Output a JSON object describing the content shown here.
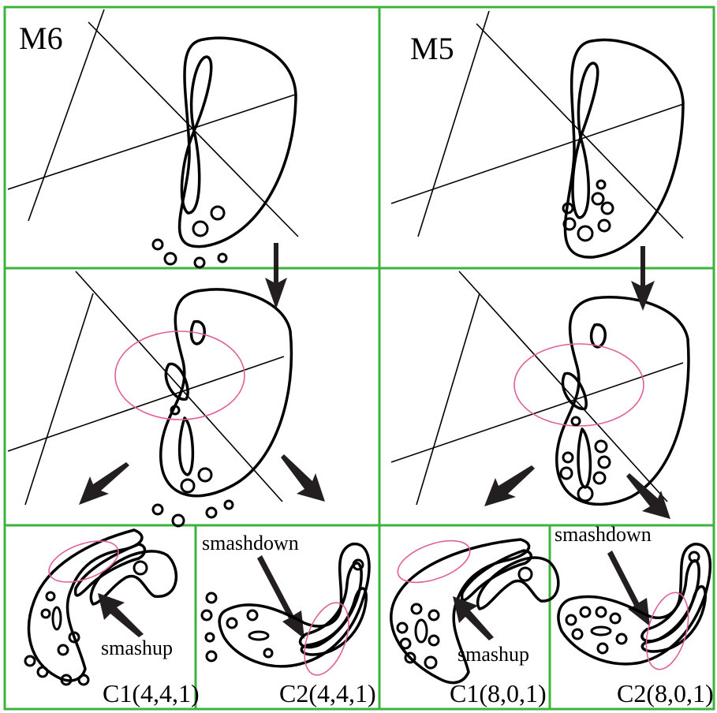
{
  "panels": {
    "top_left": {
      "title": "M6"
    },
    "top_right": {
      "title": "M5"
    },
    "bottom_1": {
      "label": "C1(4,4,1)",
      "annotation": "smashup"
    },
    "bottom_2": {
      "label": "C2(4,4,1)",
      "annotation": "smashdown"
    },
    "bottom_3": {
      "label": "C1(8,0,1)",
      "annotation": "smashup"
    },
    "bottom_4": {
      "label": "C2(8,0,1)",
      "annotation": "smashdown"
    }
  },
  "colors": {
    "grid": "#3db33d",
    "strokes": "#000000",
    "highlight_ellipse": "#e0609a",
    "arrows": "#231f20"
  }
}
